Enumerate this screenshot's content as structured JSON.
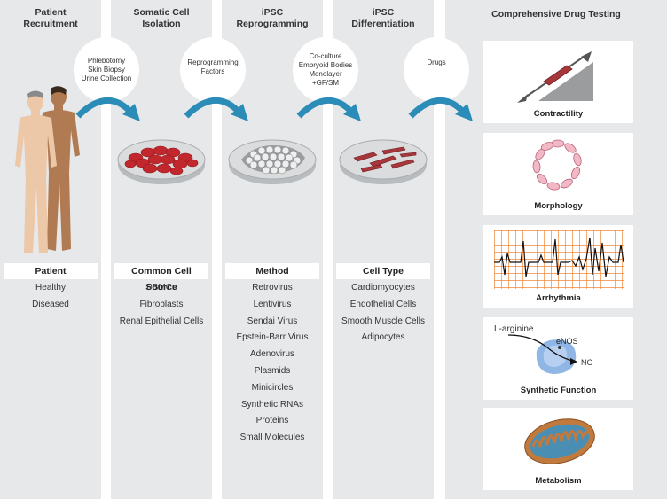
{
  "columns": [
    {
      "title_lines": [
        "Patient",
        "Recruitment"
      ],
      "box_label": "Patient",
      "items": [
        "Healthy",
        "Diseased"
      ]
    },
    {
      "title_lines": [
        "Somatic Cell",
        "Isolation"
      ],
      "box_label": "Common Cell Source",
      "items": [
        "PBMCs",
        "Fibroblasts",
        "Renal Epithelial Cells"
      ]
    },
    {
      "title_lines": [
        "iPSC",
        "Reprogramming"
      ],
      "box_label": "Method",
      "items": [
        "Retrovirus",
        "Lentivirus",
        "Sendai Virus",
        "Epstein-Barr Virus",
        "Adenovirus",
        "Plasmids",
        "Minicircles",
        "Synthetic RNAs",
        "Proteins",
        "Small Molecules"
      ]
    },
    {
      "title_lines": [
        "iPSC",
        "Differentiation"
      ],
      "box_label": "Cell Type",
      "items": [
        "Cardiomyocytes",
        "Endothelial Cells",
        "Smooth Muscle Cells",
        "Adipocytes"
      ]
    },
    {
      "title_lines": [
        "Comprehensive Drug Testing"
      ]
    }
  ],
  "bubbles": [
    {
      "lines": [
        "Phlebotomy",
        "Skin Biopsy",
        "Urine Collection"
      ]
    },
    {
      "lines": [
        "Reprogramming",
        "Factors"
      ]
    },
    {
      "lines": [
        "Co-culture",
        "Embryoid Bodies",
        "Monolayer",
        "+GF/SM"
      ]
    },
    {
      "lines": [
        "Drugs"
      ]
    }
  ],
  "panels": [
    {
      "label": "Contractility"
    },
    {
      "label": "Morphology"
    },
    {
      "label": "Arrhythmia"
    },
    {
      "label": "Synthetic Function",
      "texts": {
        "substrate": "L-arginine",
        "enzyme": "eNOS",
        "product": "NO"
      }
    },
    {
      "label": "Metabolism"
    }
  ],
  "colors": {
    "column_bg": "#e7e8e9",
    "arrow": "#2b8cb8",
    "cell_red": "#c1272d",
    "grid_orange": "#ef8a3c"
  }
}
